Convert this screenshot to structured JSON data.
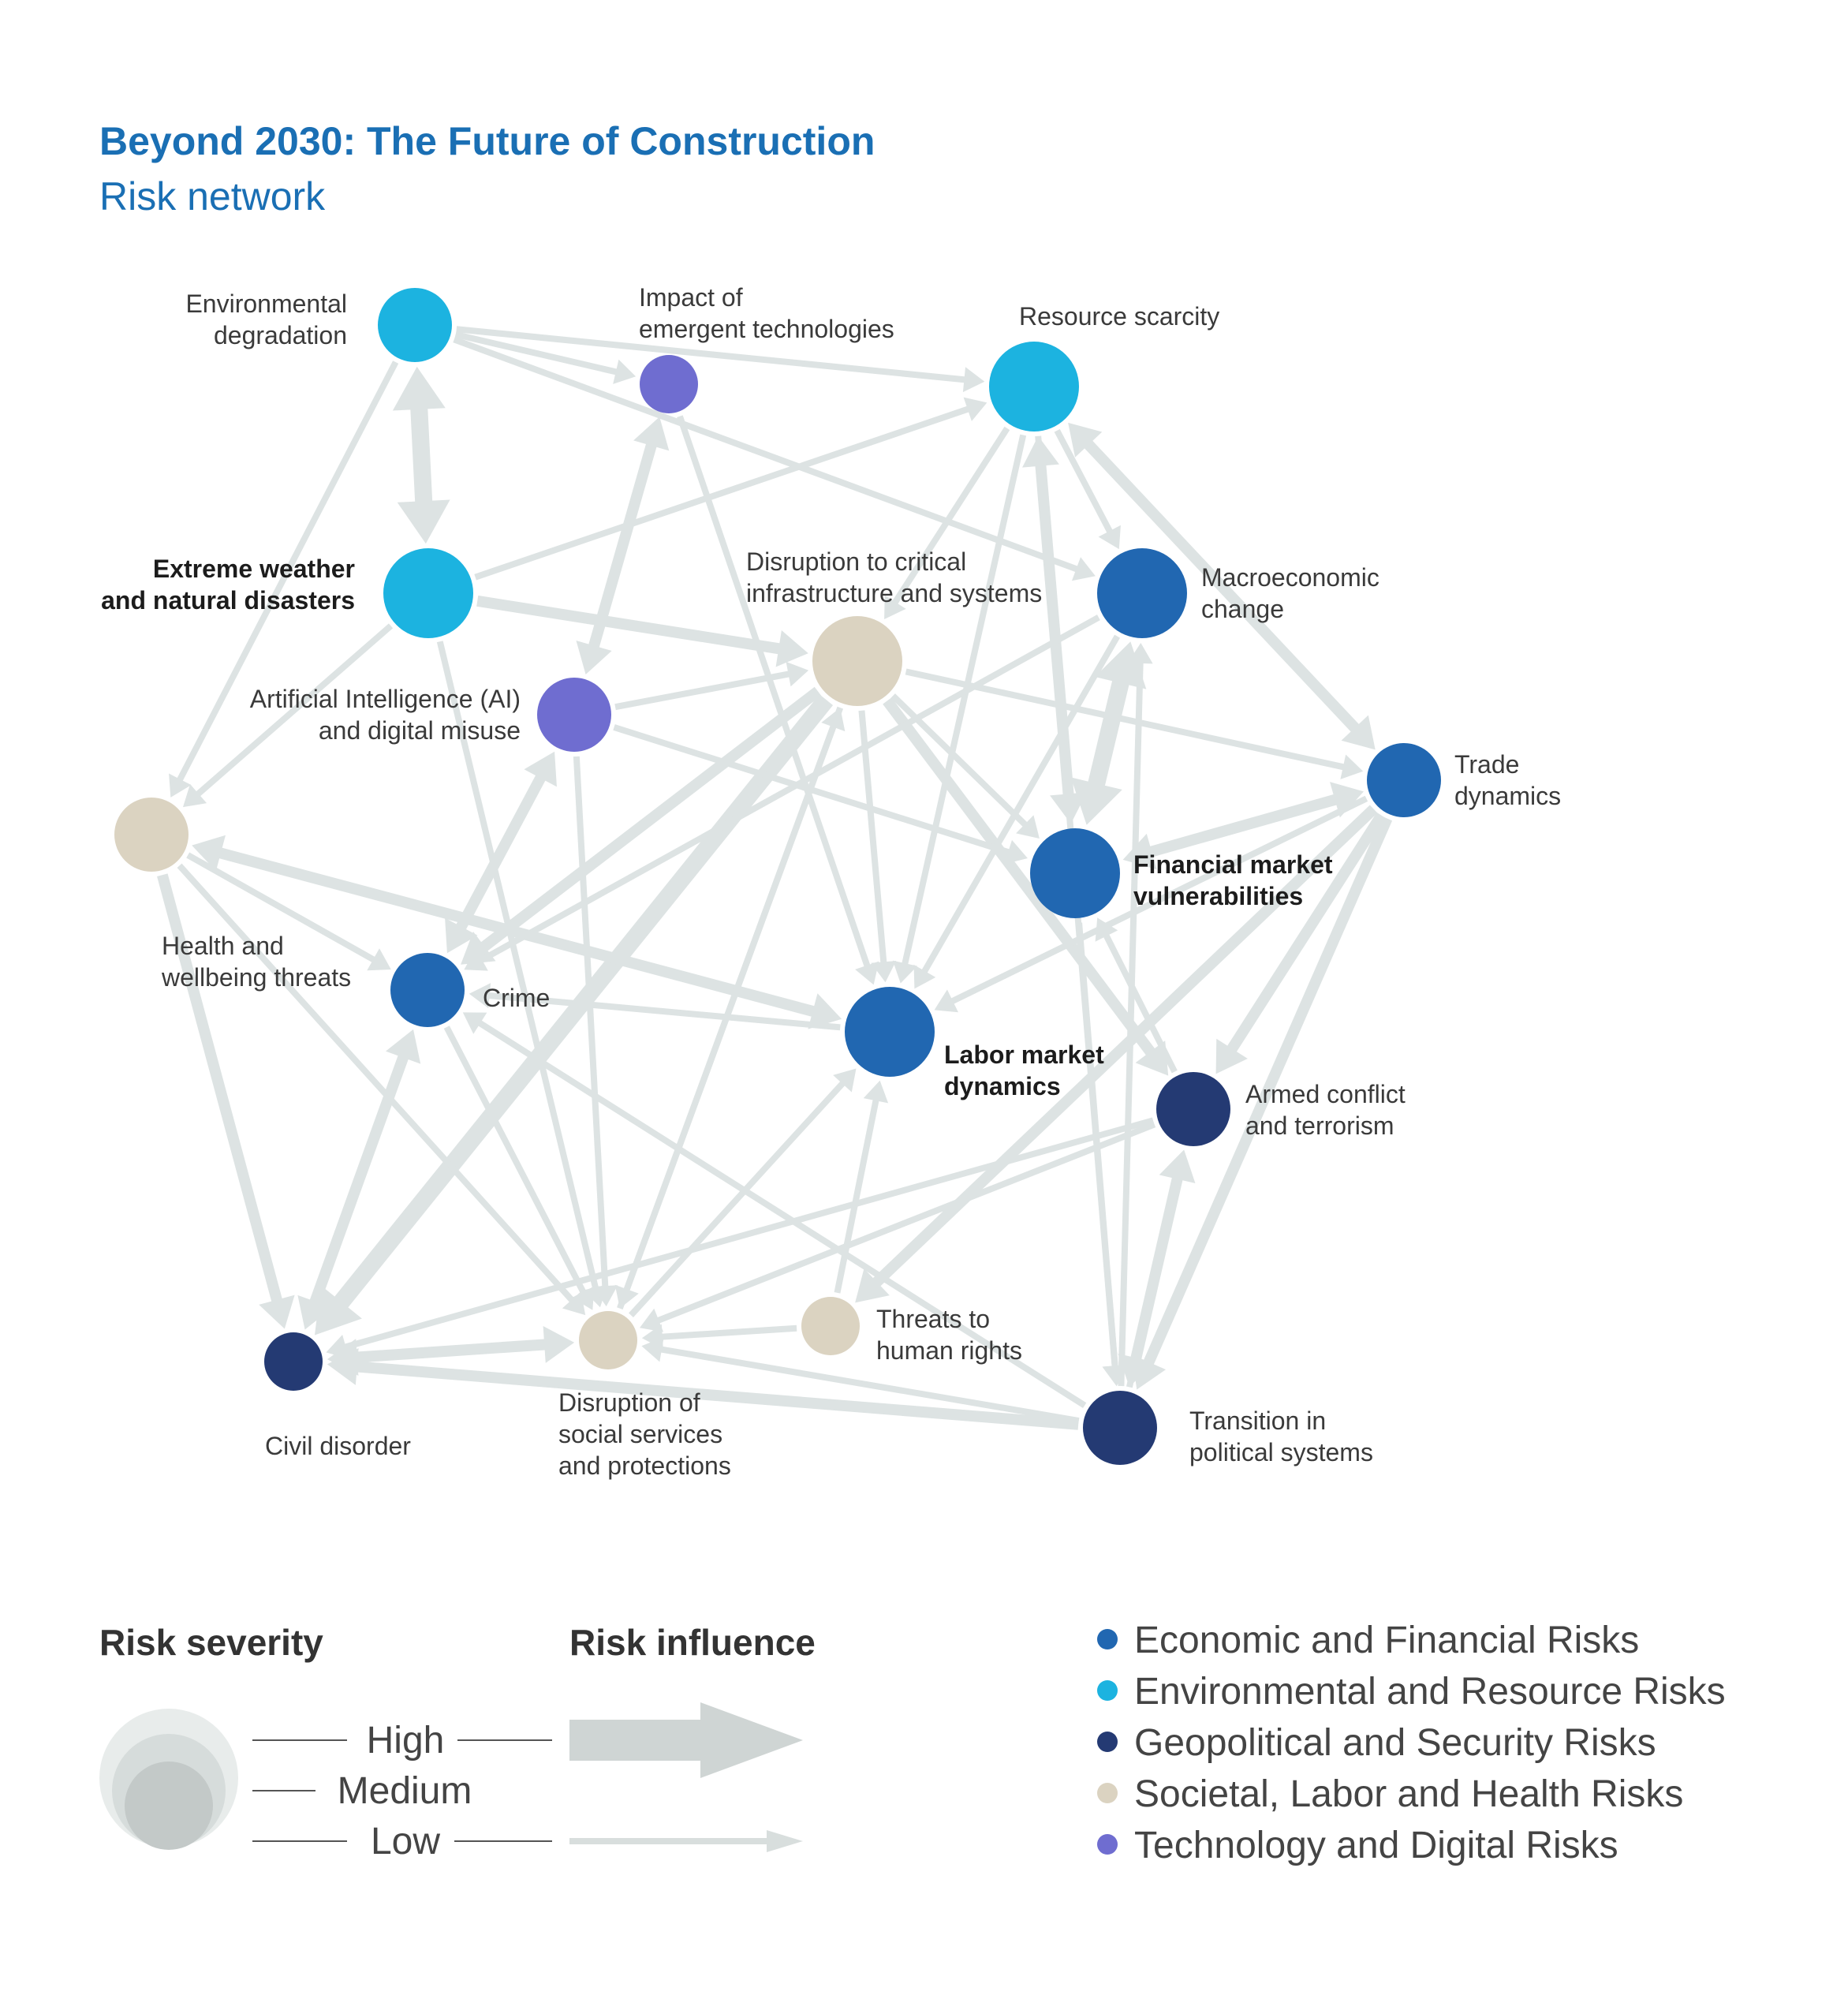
{
  "title": "Beyond 2030: The Future of Construction",
  "subtitle": "Risk network",
  "colors": {
    "economic": "#2167b1",
    "environmental": "#1cb3e0",
    "geopolitical": "#243a73",
    "societal": "#dbd3c1",
    "technology": "#6f6dd0",
    "edge": "#dde3e3"
  },
  "nodes": [
    {
      "id": "env_deg",
      "label_lines": [
        "Environmental",
        "degradation"
      ],
      "category": "environmental",
      "severity": "medium",
      "bold": false
    },
    {
      "id": "emergent_tech",
      "label_lines": [
        "Impact of",
        "emergent technologies"
      ],
      "category": "technology",
      "severity": "low",
      "bold": false
    },
    {
      "id": "resource",
      "label_lines": [
        "Resource scarcity"
      ],
      "category": "environmental",
      "severity": "high",
      "bold": false
    },
    {
      "id": "weather",
      "label_lines": [
        "Extreme weather",
        "and natural disasters"
      ],
      "category": "environmental",
      "severity": "high",
      "bold": true
    },
    {
      "id": "infra",
      "label_lines": [
        "Disruption to critical",
        "infrastructure and systems"
      ],
      "category": "societal",
      "severity": "high",
      "bold": false
    },
    {
      "id": "macro",
      "label_lines": [
        "Macroeconomic",
        "change"
      ],
      "category": "economic",
      "severity": "high",
      "bold": false
    },
    {
      "id": "ai",
      "label_lines": [
        "Artificial Intelligence (AI)",
        "and digital misuse"
      ],
      "category": "technology",
      "severity": "medium",
      "bold": false
    },
    {
      "id": "trade",
      "label_lines": [
        "Trade",
        "dynamics"
      ],
      "category": "economic",
      "severity": "medium",
      "bold": false
    },
    {
      "id": "health",
      "label_lines": [
        "Health and",
        "wellbeing threats"
      ],
      "category": "societal",
      "severity": "medium",
      "bold": false
    },
    {
      "id": "finance",
      "label_lines": [
        "Financial market",
        "vulnerabilities"
      ],
      "category": "economic",
      "severity": "high",
      "bold": true
    },
    {
      "id": "crime",
      "label_lines": [
        "Crime"
      ],
      "category": "economic",
      "severity": "medium",
      "bold": false
    },
    {
      "id": "labor",
      "label_lines": [
        "Labor market",
        "dynamics"
      ],
      "category": "economic",
      "severity": "high",
      "bold": true
    },
    {
      "id": "armed",
      "label_lines": [
        "Armed conflict",
        "and terrorism"
      ],
      "category": "geopolitical",
      "severity": "medium",
      "bold": false
    },
    {
      "id": "human_rights",
      "label_lines": [
        "Threats to",
        "human rights"
      ],
      "category": "societal",
      "severity": "low",
      "bold": false
    },
    {
      "id": "civil",
      "label_lines": [
        "Civil disorder"
      ],
      "category": "geopolitical",
      "severity": "low",
      "bold": false
    },
    {
      "id": "social",
      "label_lines": [
        "Disruption of",
        "social services",
        "and protections"
      ],
      "category": "societal",
      "severity": "low",
      "bold": false
    },
    {
      "id": "political",
      "label_lines": [
        "Transition in",
        "political systems"
      ],
      "category": "geopolitical",
      "severity": "medium",
      "bold": false
    }
  ],
  "edges": [
    {
      "from": "env_deg",
      "to": "weather",
      "influence": "high",
      "bidirectional": true
    },
    {
      "from": "env_deg",
      "to": "emergent_tech",
      "influence": "low"
    },
    {
      "from": "env_deg",
      "to": "resource",
      "influence": "low"
    },
    {
      "from": "env_deg",
      "to": "macro",
      "influence": "low"
    },
    {
      "from": "env_deg",
      "to": "health",
      "influence": "low"
    },
    {
      "from": "emergent_tech",
      "to": "ai",
      "influence": "medium",
      "bidirectional": true
    },
    {
      "from": "emergent_tech",
      "to": "labor",
      "influence": "low"
    },
    {
      "from": "weather",
      "to": "resource",
      "influence": "low"
    },
    {
      "from": "weather",
      "to": "infra",
      "influence": "medium"
    },
    {
      "from": "weather",
      "to": "health",
      "influence": "low"
    },
    {
      "from": "weather",
      "to": "social",
      "influence": "low"
    },
    {
      "from": "resource",
      "to": "macro",
      "influence": "low"
    },
    {
      "from": "resource",
      "to": "trade",
      "influence": "medium",
      "bidirectional": true
    },
    {
      "from": "resource",
      "to": "finance",
      "influence": "medium",
      "bidirectional": true
    },
    {
      "from": "resource",
      "to": "infra",
      "influence": "low"
    },
    {
      "from": "resource",
      "to": "labor",
      "influence": "low"
    },
    {
      "from": "resource",
      "to": "political",
      "influence": "low"
    },
    {
      "from": "infra",
      "to": "trade",
      "influence": "low"
    },
    {
      "from": "infra",
      "to": "finance",
      "influence": "low"
    },
    {
      "from": "infra",
      "to": "labor",
      "influence": "low"
    },
    {
      "from": "infra",
      "to": "armed",
      "influence": "medium"
    },
    {
      "from": "infra",
      "to": "civil",
      "influence": "high"
    },
    {
      "from": "infra",
      "to": "social",
      "influence": "low"
    },
    {
      "from": "infra",
      "to": "crime",
      "influence": "medium"
    },
    {
      "from": "macro",
      "to": "finance",
      "influence": "high",
      "bidirectional": true
    },
    {
      "from": "macro",
      "to": "labor",
      "influence": "low"
    },
    {
      "from": "macro",
      "to": "crime",
      "influence": "low"
    },
    {
      "from": "political",
      "to": "macro",
      "influence": "low"
    },
    {
      "from": "ai",
      "to": "infra",
      "influence": "low"
    },
    {
      "from": "ai",
      "to": "finance",
      "influence": "low"
    },
    {
      "from": "ai",
      "to": "crime",
      "influence": "medium",
      "bidirectional": true
    },
    {
      "from": "ai",
      "to": "social",
      "influence": "low"
    },
    {
      "from": "finance",
      "to": "trade",
      "influence": "medium",
      "bidirectional": true
    },
    {
      "from": "trade",
      "to": "labor",
      "influence": "low"
    },
    {
      "from": "trade",
      "to": "armed",
      "influence": "medium"
    },
    {
      "from": "trade",
      "to": "political",
      "influence": "medium"
    },
    {
      "from": "trade",
      "to": "human_rights",
      "influence": "medium"
    },
    {
      "from": "health",
      "to": "labor",
      "influence": "medium",
      "bidirectional": true
    },
    {
      "from": "health",
      "to": "crime",
      "influence": "low"
    },
    {
      "from": "health",
      "to": "civil",
      "influence": "medium"
    },
    {
      "from": "health",
      "to": "social",
      "influence": "low"
    },
    {
      "from": "finance",
      "to": "political",
      "influence": "low"
    },
    {
      "from": "crime",
      "to": "civil",
      "influence": "medium",
      "bidirectional": true
    },
    {
      "from": "crime",
      "to": "social",
      "influence": "low"
    },
    {
      "from": "labor",
      "to": "crime",
      "influence": "low"
    },
    {
      "from": "social",
      "to": "labor",
      "influence": "low"
    },
    {
      "from": "social",
      "to": "infra",
      "influence": "low"
    },
    {
      "from": "human_rights",
      "to": "labor",
      "influence": "low"
    },
    {
      "from": "human_rights",
      "to": "social",
      "influence": "low"
    },
    {
      "from": "armed",
      "to": "finance",
      "influence": "low"
    },
    {
      "from": "armed",
      "to": "civil",
      "influence": "low"
    },
    {
      "from": "armed",
      "to": "social",
      "influence": "low"
    },
    {
      "from": "armed",
      "to": "political",
      "influence": "medium",
      "bidirectional": true
    },
    {
      "from": "political",
      "to": "social",
      "influence": "low"
    },
    {
      "from": "political",
      "to": "crime",
      "influence": "low"
    },
    {
      "from": "political",
      "to": "civil",
      "influence": "medium"
    },
    {
      "from": "civil",
      "to": "social",
      "influence": "medium",
      "bidirectional": true
    },
    {
      "from": "political",
      "to": "armed",
      "influence": "low"
    }
  ],
  "legend": {
    "severity_heading": "Risk severity",
    "influence_heading": "Risk influence",
    "levels": [
      "High",
      "Medium",
      "Low"
    ],
    "categories": [
      {
        "key": "economic",
        "label": "Economic and Financial Risks"
      },
      {
        "key": "environmental",
        "label": "Environmental and Resource Risks"
      },
      {
        "key": "geopolitical",
        "label": "Geopolitical and Security Risks"
      },
      {
        "key": "societal",
        "label": "Societal, Labor and Health Risks"
      },
      {
        "key": "technology",
        "label": "Technology and Digital Risks"
      }
    ]
  }
}
